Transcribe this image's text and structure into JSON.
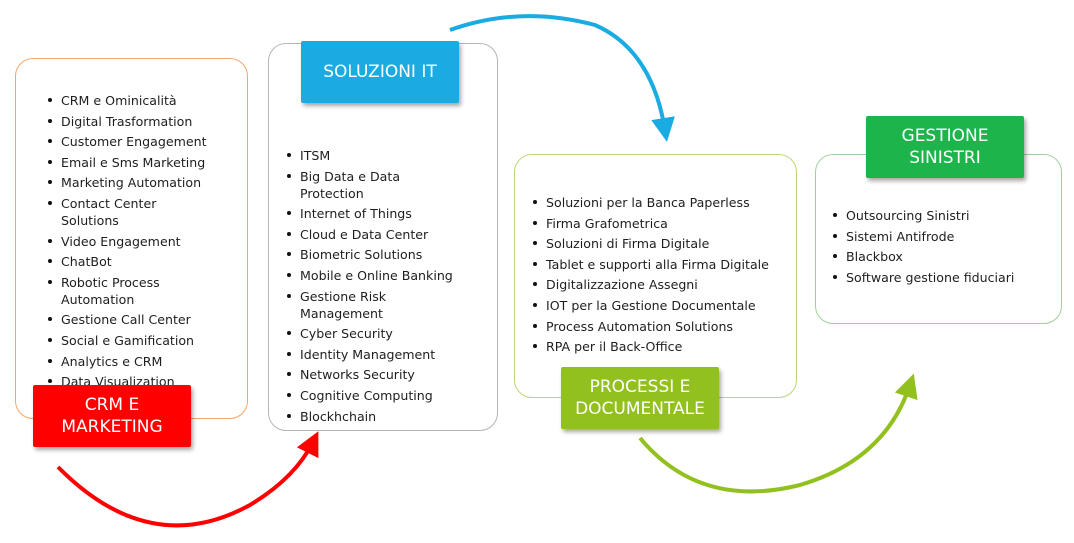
{
  "colors": {
    "crm": "#ff0000",
    "it": "#1aabe2",
    "doc": "#92c01f",
    "sin": "#1db54b"
  },
  "crm": {
    "title_line1": "CRM E",
    "title_line2": "MARKETING",
    "items": [
      "CRM e Ominicalità",
      "Digital Trasformation",
      "Customer Engagement",
      "Email e Sms Marketing",
      "Marketing Automation",
      "Contact Center Solutions",
      "Video Engagement",
      "ChatBot",
      "Robotic Process Automation",
      "Gestione Call Center",
      "Social e Gamification",
      "Analytics e CRM",
      "Data Visualization"
    ]
  },
  "it": {
    "title_line1": "SOLUZIONI IT",
    "items": [
      "ITSM",
      "Big Data e Data Protection",
      "Internet of Things",
      "Cloud e Data Center",
      "Biometric Solutions",
      "Mobile e Online Banking",
      "Gestione Risk Management",
      "Cyber Security",
      "Identity Management",
      "Networks Security",
      "Cognitive Computing",
      "Blockhchain"
    ]
  },
  "doc": {
    "title_line1": "PROCESSI E",
    "title_line2": "DOCUMENTALE",
    "items": [
      "Soluzioni per la Banca Paperless",
      "Firma Grafometrica",
      "Soluzioni di Firma Digitale",
      "Tablet e supporti  alla Firma Digitale",
      "Digitalizzazione Assegni",
      "IOT per la Gestione Documentale",
      "Process Automation Solutions",
      "RPA per il Back-Office"
    ]
  },
  "sin": {
    "title_line1": "GESTIONE",
    "title_line2": "SINISTRI",
    "items": [
      "Outsourcing Sinistri",
      "Sistemi Antifrode",
      "Blackbox",
      "Software gestione fiduciari"
    ]
  }
}
